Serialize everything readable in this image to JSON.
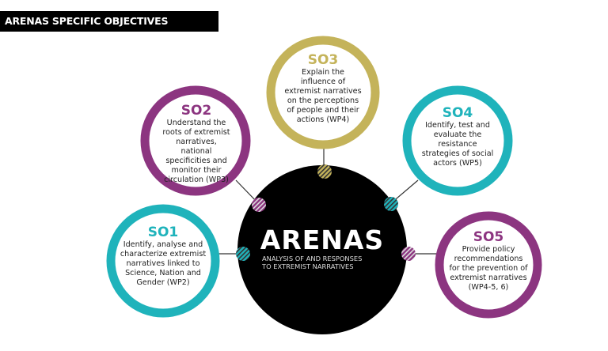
{
  "header": {
    "title": "ARENAS SPECIFIC OBJECTIVES"
  },
  "center": {
    "title": "ARENAS",
    "subtitle_line1": "ANALYSIS OF AND RESPONSES",
    "subtitle_line2": "TO EXTREMIST NARRATIVES",
    "color": "#000000"
  },
  "colors": {
    "olive": "#c4b35a",
    "purple": "#8c3580",
    "teal": "#1fb3bb"
  },
  "objectives": [
    {
      "id": "SO1",
      "text": "Identify, analyse and characterize extremist narratives linked to Science, Nation and Gender (WP2)",
      "color": "#1fb3bb"
    },
    {
      "id": "SO2",
      "text": "Understand the roots of extremist narratives, national specificities and monitor their circulation (WP3)",
      "color": "#8c3580"
    },
    {
      "id": "SO3",
      "text": "Explain the influence of extremist narratives on the perceptions of people and their actions (WP4)",
      "color": "#c4b35a"
    },
    {
      "id": "SO4",
      "text": "Identify, test and evaluate the resistance strategies of social actors (WP5)",
      "color": "#1fb3bb"
    },
    {
      "id": "SO5",
      "text": "Provide policy recommendations for the prevention of extremist narratives (WP4-5, 6)",
      "color": "#8c3580"
    }
  ]
}
